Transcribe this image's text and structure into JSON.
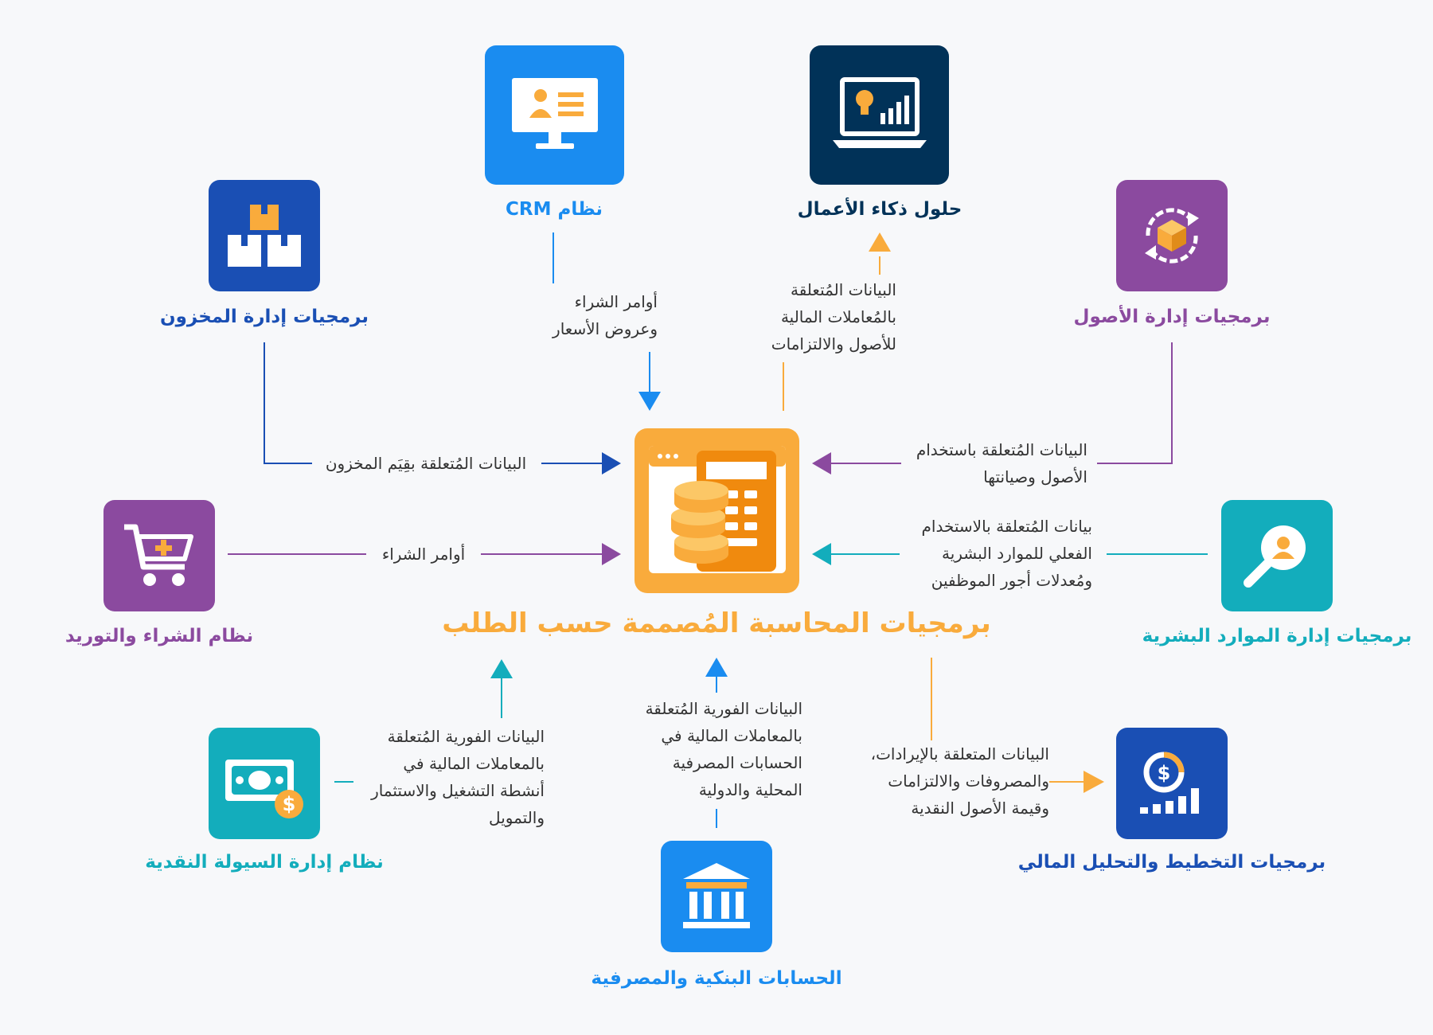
{
  "center": {
    "title": "برمجيات المحاسبة المُصممة حسب الطلب",
    "color": "#f9ab3c",
    "icon": "calculator-coins-icon"
  },
  "nodes": {
    "crm": {
      "label": "نظام CRM",
      "color": "#1a8cf0",
      "icon": "monitor-profile-icon"
    },
    "bi": {
      "label": "حلول ذكاء الأعمال",
      "color": "#013258",
      "icon": "laptop-analytics-icon"
    },
    "inventory": {
      "label": "برمجيات إدارة المخزون",
      "color": "#1a4fb4",
      "icon": "stacked-boxes-icon"
    },
    "assets": {
      "label": "برمجيات إدارة الأصول",
      "color": "#8b4a9f",
      "icon": "cycle-box-icon"
    },
    "procurement": {
      "label": "نظام الشراء والتوريد",
      "color": "#8b4a9f",
      "icon": "shopping-cart-icon"
    },
    "hr": {
      "label": "برمجيات إدارة الموارد البشرية",
      "color": "#13adbc",
      "icon": "person-search-icon"
    },
    "cash": {
      "label": "نظام إدارة السيولة النقدية",
      "color": "#13adbc",
      "icon": "banknote-icon"
    },
    "bank": {
      "label": "الحسابات البنكية والمصرفية",
      "color": "#1a8cf0",
      "icon": "bank-building-icon"
    },
    "planning": {
      "label": "برمجيات التخطيط والتحليل المالي",
      "color": "#1a4fb4",
      "icon": "finance-chart-icon"
    }
  },
  "flows": {
    "crm": [
      "أوامر الشراء",
      "وعروض الأسعار"
    ],
    "bi": [
      "البيانات المُتعلقة",
      "بالمُعاملات المالية",
      "للأصول والالتزامات"
    ],
    "inventory": [
      "البيانات المُتعلقة بقِيَم المخزون"
    ],
    "assets": [
      "البيانات المُتعلقة باستخدام",
      "الأصول وصيانتها"
    ],
    "procurement": [
      "أوامر الشراء"
    ],
    "hr": [
      "بيانات المُتعلقة بالاستخدام",
      "الفعلي للموارد البشرية",
      "ومُعدلات أجور الموظفين"
    ],
    "cash": [
      "البيانات الفورية المُتعلقة",
      "بالمعاملات المالية في",
      "أنشطة التشغيل والاستثمار",
      "والتمويل"
    ],
    "bank": [
      "البيانات الفورية المُتعلقة",
      "بالمعاملات المالية في",
      "الحسابات المصرفية",
      "المحلية والدولية"
    ],
    "planning": [
      "البيانات المتعلقة بالإيرادات،",
      "والمصروفات والالتزامات",
      "وقيمة الأصول النقدية"
    ]
  }
}
